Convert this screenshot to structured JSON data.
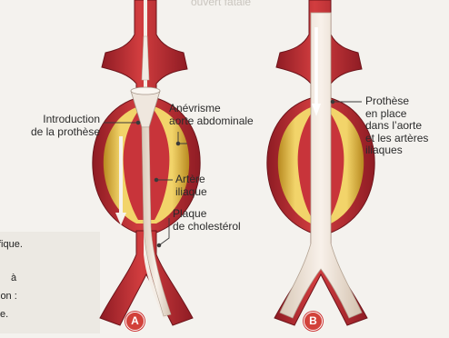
{
  "figure": {
    "panels": [
      {
        "badge": "A"
      },
      {
        "badge": "B"
      }
    ],
    "labels": {
      "introduction": [
        "Introduction",
        "de la prothèse"
      ],
      "anevrisme": [
        "Anévrisme",
        "aorte abdominale"
      ],
      "artere": [
        "Artère",
        "iliaque"
      ],
      "plaque": [
        "Plaque",
        "de cholestérol"
      ],
      "prothese_place": [
        "Prothèse",
        "en place",
        "dans l’aorte",
        "et les artères",
        "iliaques"
      ]
    },
    "background_text": {
      "top": "ouvert fatale",
      "left": [
        "fique.",
        "à",
        "ion :",
        "e."
      ]
    },
    "colors": {
      "artery_outer": "#a3212a",
      "artery_inner": "#c8343a",
      "aneurysm_fat": "#e8c24a",
      "prosthesis": "#eee6dc",
      "badge": "#d2413a"
    }
  }
}
